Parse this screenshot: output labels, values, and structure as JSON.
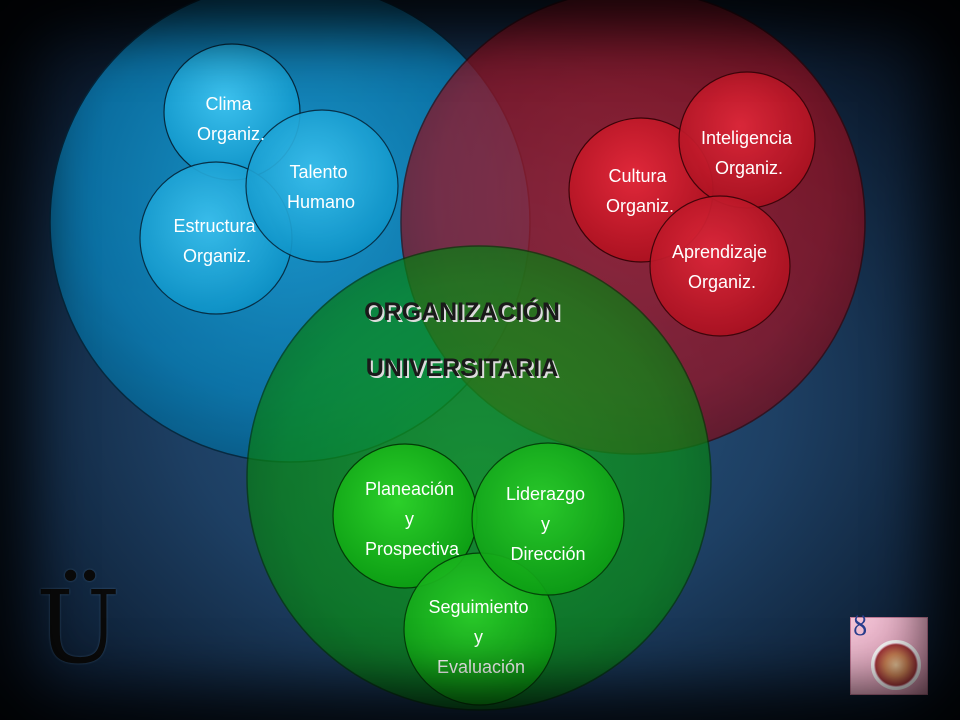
{
  "title_line1": "ORGANIZACIÓN",
  "title_line2": "UNIVERSITARIA",
  "logo_letter": "Ü",
  "colors": {
    "blue": "#0b7fb6",
    "red": "#a01421",
    "green": "#0a8a17",
    "small_blue": "#0fa1d4",
    "small_red": "#c5162a",
    "small_green": "#14ad16"
  },
  "nodes": {
    "clima": [
      "Clima",
      "Organiz."
    ],
    "talento": [
      "Talento",
      "Humano"
    ],
    "estructura": [
      "Estructura",
      "Organiz."
    ],
    "inteligencia": [
      "Inteligencia",
      "Organiz."
    ],
    "cultura": [
      "Cultura",
      "Organiz."
    ],
    "aprendizaje": [
      "Aprendizaje",
      "Organiz."
    ],
    "planeacion": [
      "Planeación",
      "y",
      "Prospectiva"
    ],
    "liderazgo": [
      "Liderazgo",
      "y",
      "Dirección"
    ],
    "seguimiento": [
      "Seguimiento",
      "y",
      "Evaluación"
    ]
  }
}
